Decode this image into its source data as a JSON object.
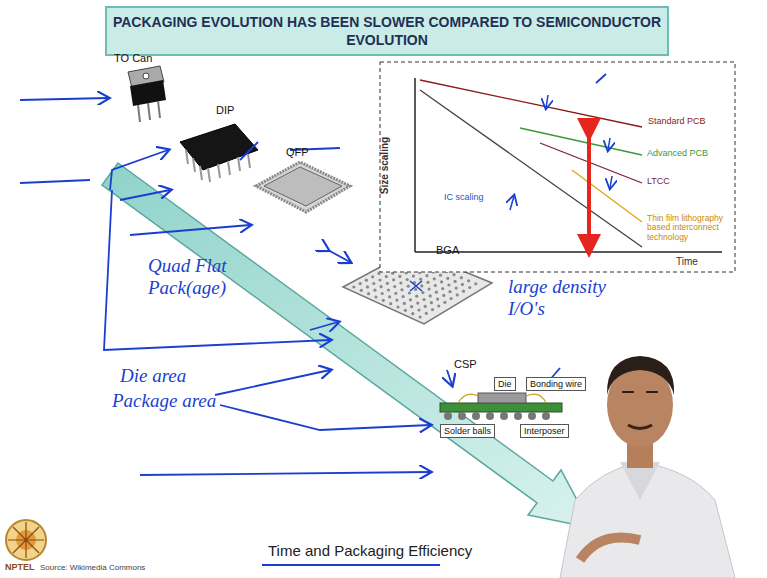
{
  "diagram": {
    "title": "PACKAGING EVOLUTION HAS BEEN SLOWER COMPARED TO SEMICONDUCTOR EVOLUTION",
    "nodes": [
      {
        "text": [
          "Die"
        ]
      },
      {
        "text": [
          "Bonding wire"
        ]
      },
      {
        "text": [
          "Solder balls"
        ]
      },
      {
        "text": [
          "Interposer"
        ]
      }
    ],
    "labels": [
      "TO Can",
      "DIP",
      "QFP",
      "BGA",
      "CSP",
      "Size scaling",
      "Standard PCB",
      "Advanced PCB",
      "LTCC",
      "Thin film lithography based interconnect technology",
      "IC scaling",
      "Time",
      "Quad Flat Pack(age)",
      "Die area",
      "Package area",
      "large density I/O's",
      "Time and Packaging Efficiency",
      "Source: Wikimedia Commons",
      "NPTEL"
    ]
  }
}
